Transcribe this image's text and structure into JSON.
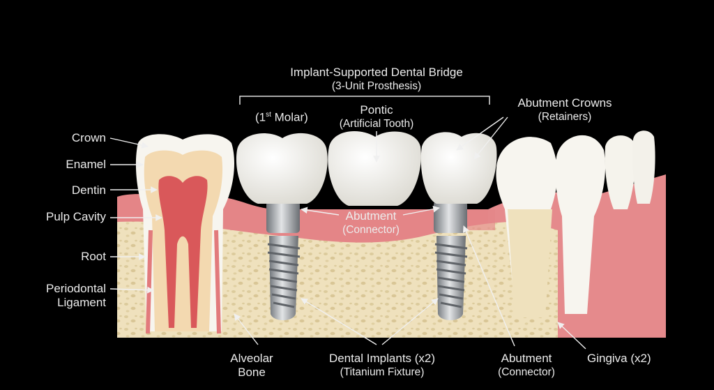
{
  "title": {
    "main": "Implant-Supported Dental Bridge",
    "sub": "(3-Unit Prosthesis)"
  },
  "labels": {
    "crown": "Crown",
    "enamel": "Enamel",
    "dentin": "Dentin",
    "pulp": "Pulp Cavity",
    "root": "Root",
    "perio_1": "Periodontal",
    "perio_2": "Ligament",
    "molar_prefix": "(1",
    "molar_sup": "st",
    "molar_suffix": " Molar)",
    "pontic": "Pontic",
    "pontic_sub": "(Artificial Tooth)",
    "abut_crowns": "Abutment Crowns",
    "abut_crowns_sub": "(Retainers)",
    "abutment": "Abutment",
    "abutment_sub": "(Connector)",
    "alveolar_1": "Alveolar",
    "alveolar_2": "Bone",
    "implants": "Dental Implants (x2)",
    "implants_sub": "(Titanium Fixture)",
    "abutment2": "Abutment",
    "abutment2_sub": "(Connector)",
    "gingiva": "Gingiva (x2)"
  },
  "colors": {
    "background": "#000000",
    "bone": "#efe0b8",
    "gum": "#e58a8c",
    "enamel": "#f7f5ef",
    "dentin": "#f3d9b0",
    "pulp": "#d9585a",
    "titanium": "#a9adb2"
  }
}
